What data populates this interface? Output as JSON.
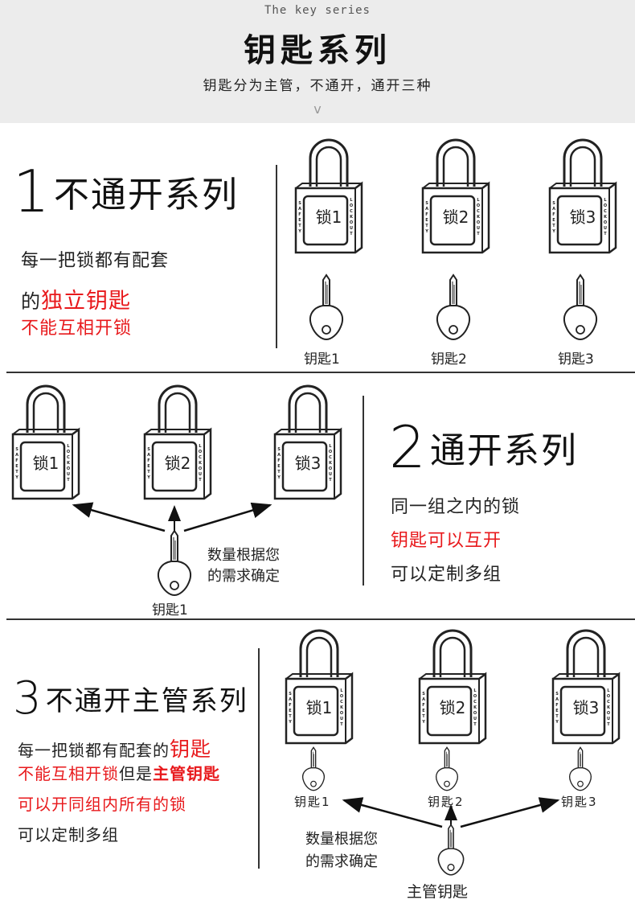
{
  "header": {
    "english_title": "The key series",
    "title": "钥匙系列",
    "subtitle": "钥匙分为主管，不通开，通开三种",
    "chevron": "v"
  },
  "section1": {
    "number": "1",
    "title": "不通开系列",
    "line1": "每一把锁都有配套",
    "line2_prefix": "的",
    "line2_red": "独立钥匙",
    "line3_red": "不能互相开锁",
    "locks": [
      "锁1",
      "锁2",
      "锁3"
    ],
    "keys": [
      "钥匙1",
      "钥匙2",
      "钥匙3"
    ]
  },
  "section2": {
    "number": "2",
    "title": "通开系列",
    "line1": "同一组之内的锁",
    "line2_red": "钥匙可以互开",
    "line3": "可以定制多组",
    "locks": [
      "锁1",
      "锁2",
      "锁3"
    ],
    "key": "钥匙1",
    "note_line1": "数量根据您",
    "note_line2": "的需求确定"
  },
  "section3": {
    "number": "3",
    "title": "不通开主管系列",
    "line1_prefix": "每一把锁都有配套的",
    "line1_red": "钥匙",
    "line2_red": "不能互相开锁",
    "line2_mid": "但是",
    "line2_red_bold": "主管钥匙",
    "line3_red": "可以开同组内所有的锁",
    "line4": "可以定制多组",
    "locks": [
      "锁1",
      "锁2",
      "锁3"
    ],
    "keys": [
      "钥匙1",
      "钥匙2",
      "钥匙3"
    ],
    "master_key": "主管钥匙",
    "note_line1": "数量根据您",
    "note_line2": "的需求确定"
  },
  "lock_side_text": {
    "left": "SAFETY",
    "right": "LOCKOUT"
  },
  "colors": {
    "header_bg": "#ececec",
    "accent_red": "#e8191c",
    "line": "#333333"
  }
}
